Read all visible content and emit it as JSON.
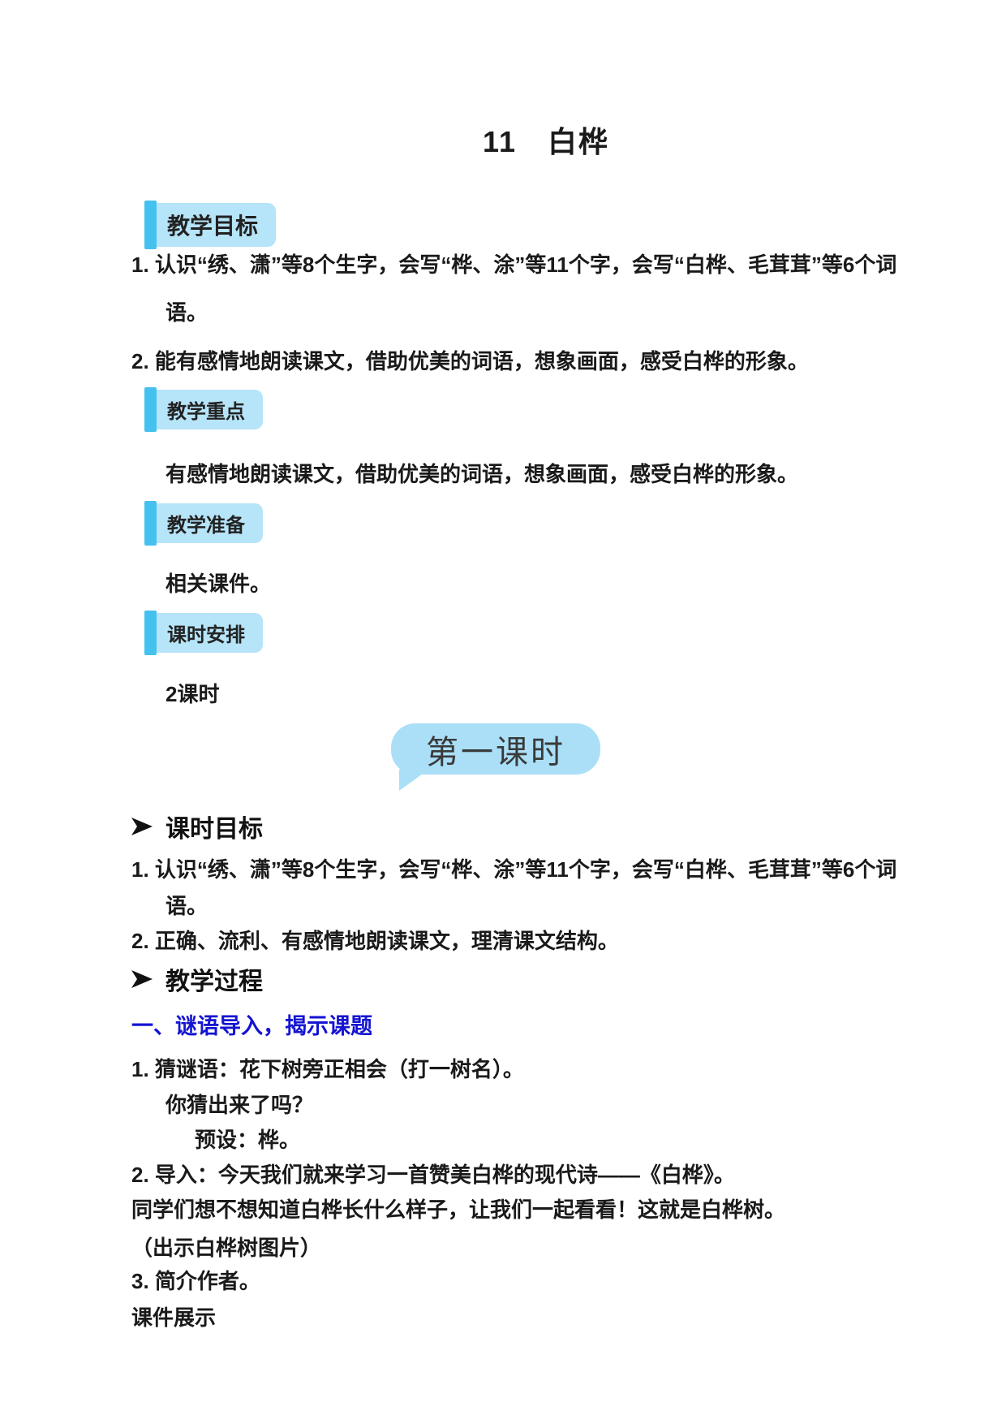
{
  "colors": {
    "badge_bar": "#45c1ef",
    "badge_bg": "#b6e4f8",
    "bubble_bg": "#aadff7",
    "heading_blue": "#1414d2",
    "bubble_text": "#3a3a3a",
    "text": "#1a1a1a"
  },
  "title": "11　白桦",
  "sections": {
    "goals": {
      "badge": "教学目标",
      "item1_line1": "1. 认识“绣、潇”等8个生字，会写“桦、涂”等11个字，会写“白桦、毛茸茸”等6个词",
      "item1_line2": "语。",
      "item2": "2. 能有感情地朗读课文，借助优美的词语，想象画面，感受白桦的形象。"
    },
    "key_points": {
      "badge": "教学重点",
      "text": "有感情地朗读课文，借助优美的词语，想象画面，感受白桦的形象。"
    },
    "preparation": {
      "badge": "教学准备",
      "text": "相关课件。"
    },
    "schedule": {
      "badge": "课时安排",
      "text": "2课时"
    }
  },
  "lesson1": {
    "bubble_label": "第一课时",
    "goals_heading": "课时目标",
    "goal1_line1": "1. 认识“绣、潇”等8个生字，会写“桦、涂”等11个字，会写“白桦、毛茸茸”等6个词",
    "goal1_line2": "语。",
    "goal2": "2. 正确、流利、有感情地朗读课文，理清课文结构。",
    "process_heading": "教学过程",
    "step1_title": "一、谜语导入，揭示课题",
    "process_lines": [
      {
        "text": "1. 猜谜语：花下树旁正相会（打一树名）。"
      },
      {
        "text": "你猜出来了吗？"
      },
      {
        "text": "预设：桦。"
      },
      {
        "text": "2. 导入：今天我们就来学习一首赞美白桦的现代诗——《白桦》。"
      },
      {
        "text": "同学们想不想知道白桦长什么样子，让我们一起看看！这就是白桦树。"
      },
      {
        "text": "（出示白桦树图片）"
      },
      {
        "text": "3. 简介作者。"
      },
      {
        "text": "课件展示"
      }
    ]
  }
}
